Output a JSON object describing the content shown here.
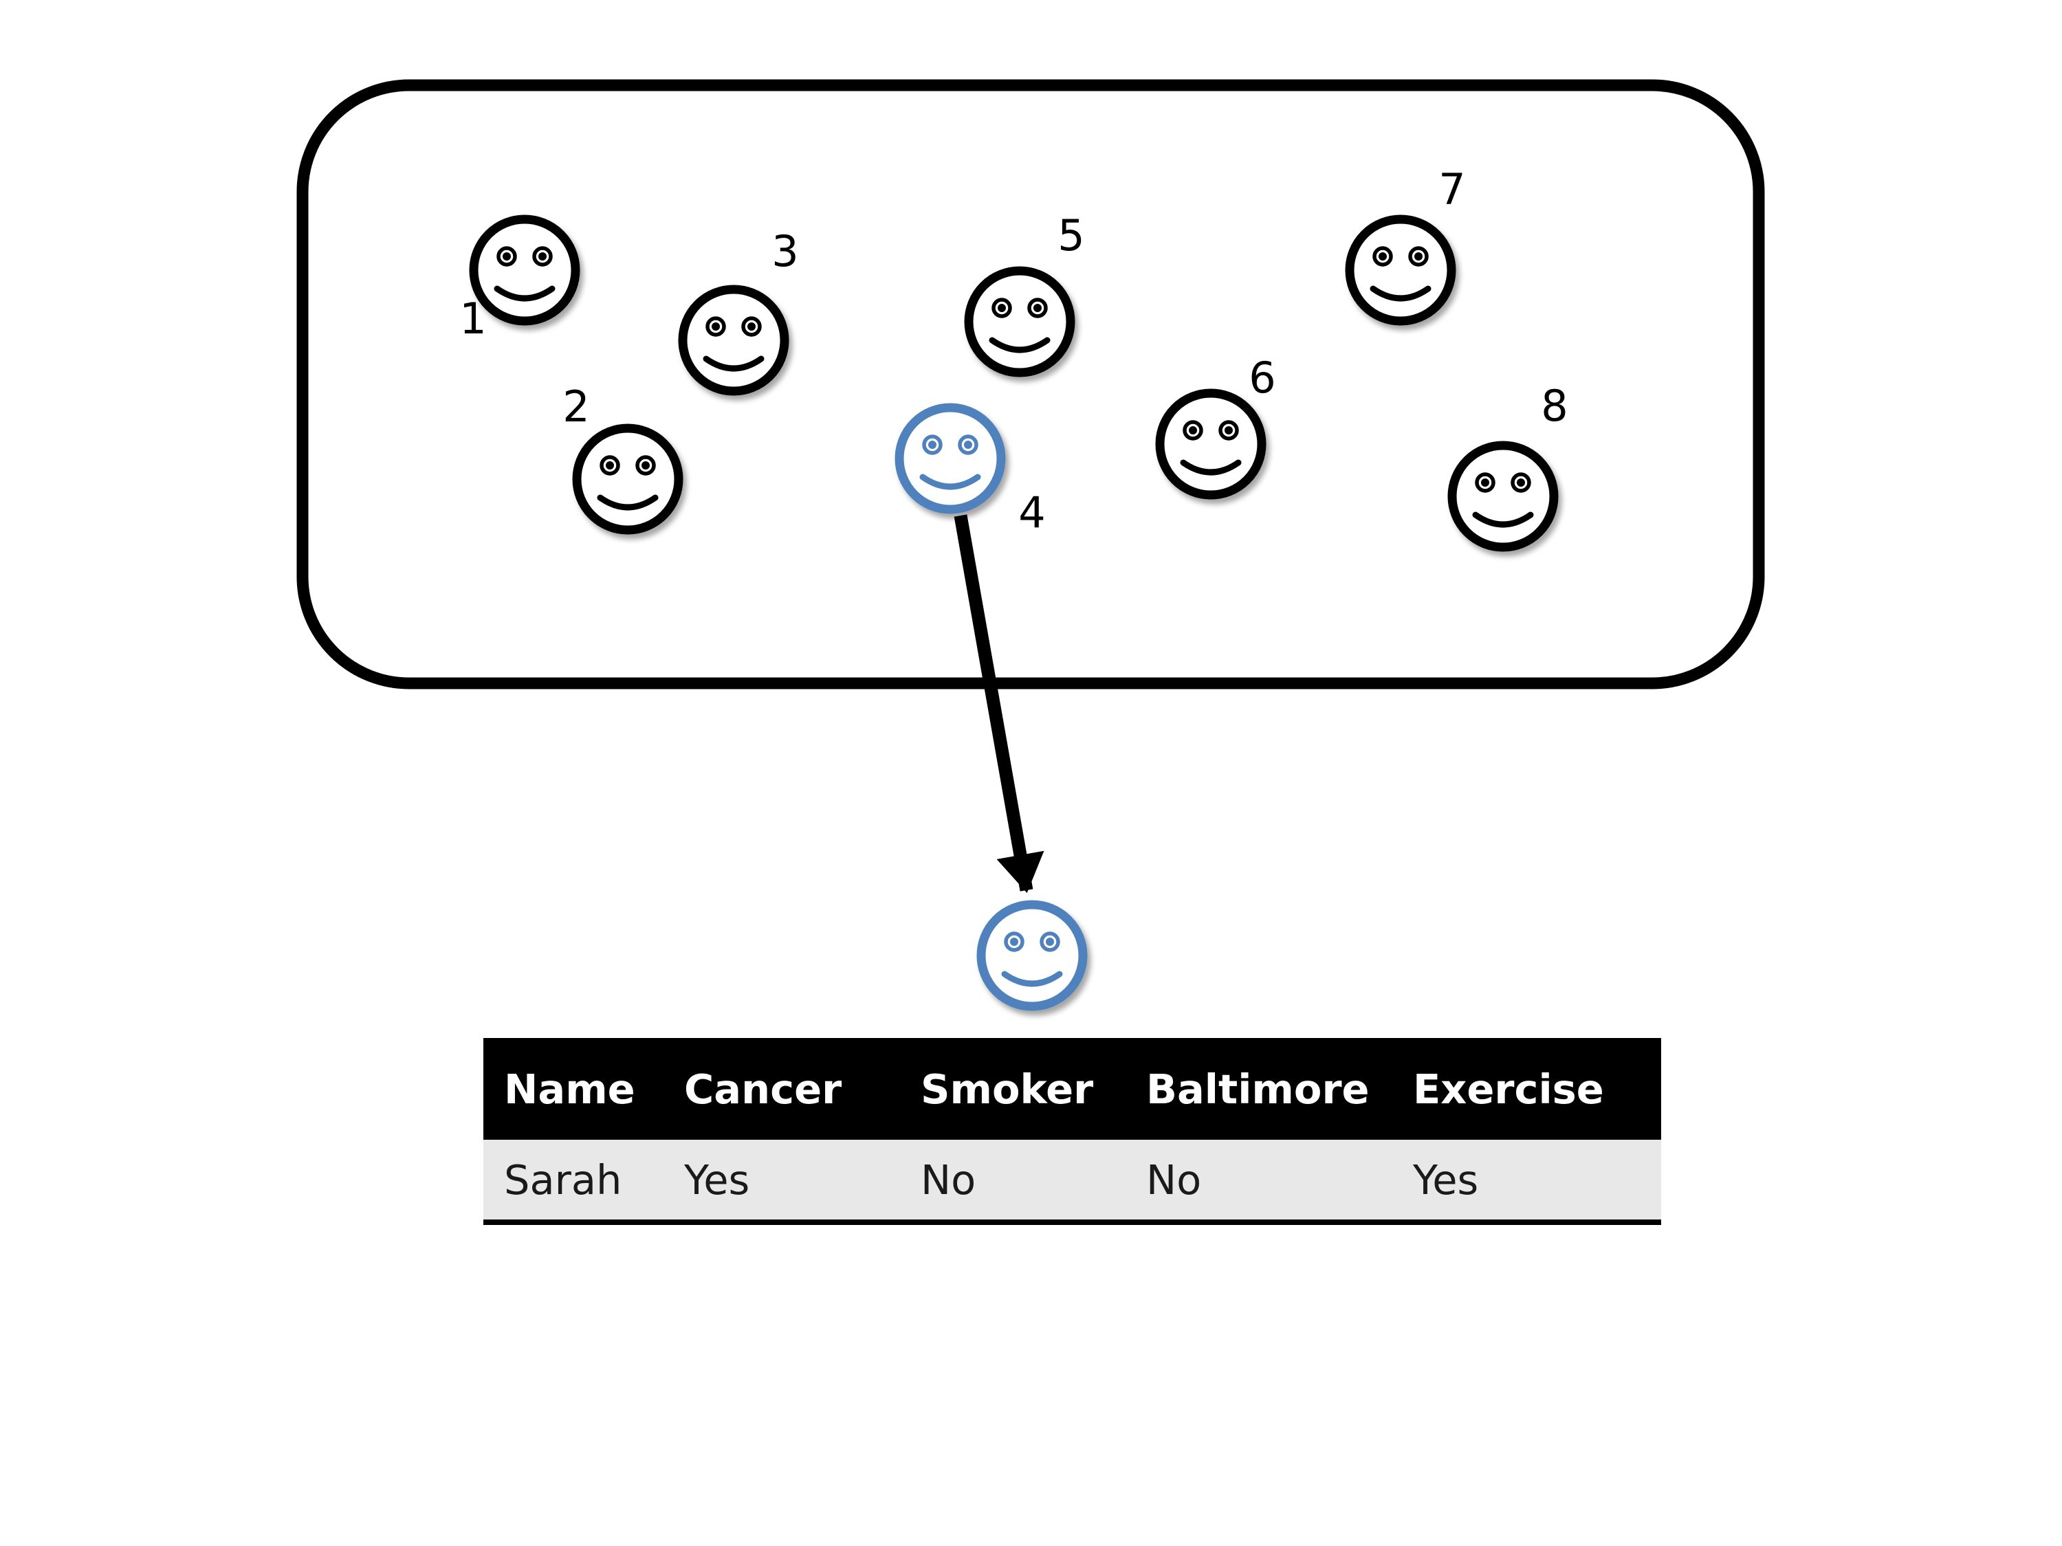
{
  "population": {
    "people": [
      {
        "number": "1",
        "highlighted": false
      },
      {
        "number": "2",
        "highlighted": false
      },
      {
        "number": "3",
        "highlighted": false
      },
      {
        "number": "4",
        "highlighted": true
      },
      {
        "number": "5",
        "highlighted": false
      },
      {
        "number": "6",
        "highlighted": false
      },
      {
        "number": "7",
        "highlighted": false
      },
      {
        "number": "8",
        "highlighted": false
      }
    ]
  },
  "selected_person": {
    "icon": "smiley-face-icon"
  },
  "record_table": {
    "headers": [
      "Name",
      "Cancer",
      "Smoker",
      "Baltimore",
      "Exercise"
    ],
    "rows": [
      [
        "Sarah",
        "Yes",
        "No",
        "No",
        "Yes"
      ]
    ]
  },
  "colors": {
    "default_face": "#000000",
    "highlight_face": "#4f81bd",
    "table_header_bg": "#000000",
    "table_header_text": "#ffffff",
    "table_row_bg": "#e8e8e8"
  }
}
